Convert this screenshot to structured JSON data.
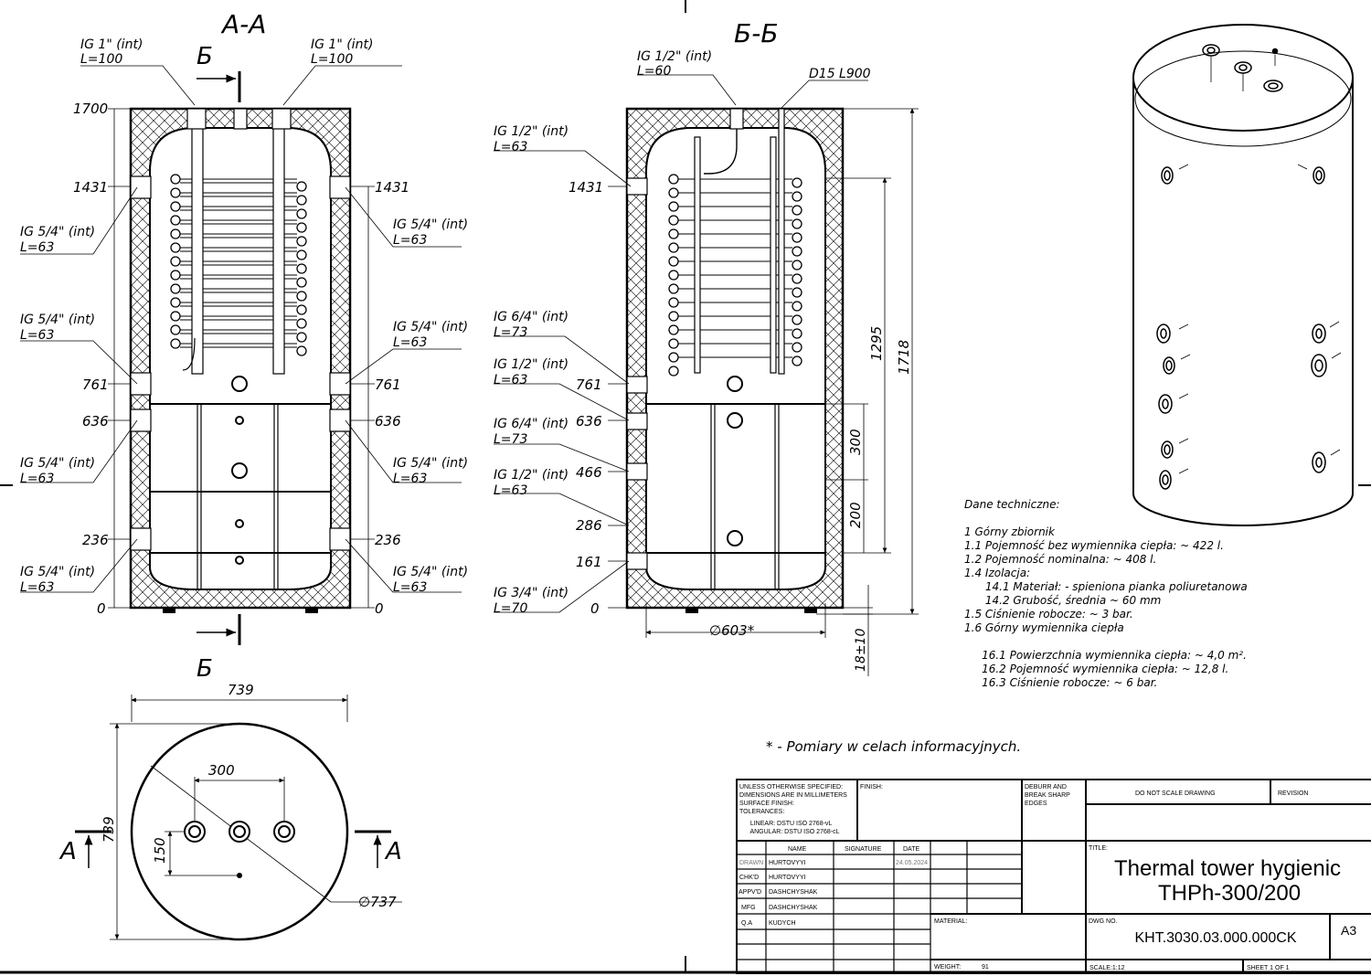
{
  "views": {
    "section_aa": "A-A",
    "section_bb": "Б-Б",
    "cut_mark": "Б",
    "plan_mark": "A"
  },
  "aa": {
    "left_labels": [
      {
        "l1": "IG 1\" (int)",
        "l2": "L=100"
      },
      {
        "l1": "IG 5/4\" (int)",
        "l2": "L=63"
      },
      {
        "l1": "IG 5/4\" (int)",
        "l2": "L=63"
      },
      {
        "l1": "IG 5/4\" (int)",
        "l2": "L=63"
      },
      {
        "l1": "IG 5/4\" (int)",
        "l2": "L=63"
      }
    ],
    "right_labels": [
      {
        "l1": "IG 1\" (int)",
        "l2": "L=100"
      },
      {
        "l1": "IG 5/4\" (int)",
        "l2": "L=63"
      },
      {
        "l1": "IG 5/4\" (int)",
        "l2": "L=63"
      },
      {
        "l1": "IG 5/4\" (int)",
        "l2": "L=63"
      },
      {
        "l1": "IG 5/4\" (int)",
        "l2": "L=63"
      }
    ],
    "left_heights": [
      "1700",
      "1431",
      "761",
      "636",
      "236",
      "0"
    ],
    "right_heights": [
      "1431",
      "761",
      "636",
      "236",
      "0"
    ]
  },
  "bb": {
    "labels": [
      {
        "l1": "IG 1/2\" (int)",
        "l2": "L=60"
      },
      {
        "l1": "IG 1/2\" (int)",
        "l2": "L=63"
      },
      {
        "l1": "IG 6/4\" (int)",
        "l2": "L=73"
      },
      {
        "l1": "IG 1/2\" (int)",
        "l2": "L=63"
      },
      {
        "l1": "IG 6/4\" (int)",
        "l2": "L=73"
      },
      {
        "l1": "IG 1/2\" (int)",
        "l2": "L=63"
      },
      {
        "l1": "IG 3/4\" (int)",
        "l2": "L=70"
      }
    ],
    "pipe_label": "D15 L900",
    "heights": [
      "1431",
      "761",
      "636",
      "466",
      "286",
      "161",
      "0"
    ],
    "dims": {
      "d1295": "1295",
      "d1718": "1718",
      "d300": "300",
      "d200": "200",
      "diameter": "∅603*",
      "feet": "18±10"
    }
  },
  "plan": {
    "width": "739",
    "height": "739",
    "spacing": "300",
    "offset": "150",
    "diameter": "∅737"
  },
  "notes": [
    "Dane techniczne:",
    "",
    "1       Górny zbiornik",
    "1.1 Pojemność  bez wymiennika ciepła: ~ 422 l.",
    "1.2 Pojemność nominalna: ~ 408 l.",
    "1.4  Izolacja:",
    "      14.1 Materiał: - spieniona pianka poliuretanowa",
    "      14.2 Grubość, średnia ~ 60 mm",
    "1.5 Ciśnienie robocze: ~ 3 bar.",
    "1.6 Górny wymiennika ciepła",
    "",
    "     16.1 Powierzchnia wymiennika ciepła: ~ 4,0 m².",
    "     16.2 Pojemność wymiennika ciepła: ~ 12,8 l.",
    "     16.3 Ciśnienie robocze: ~ 6 bar."
  ],
  "footnote": "* - Pomiary w celach informacyjnych.",
  "title_block": {
    "unless": [
      "UNLESS OTHERWISE SPECIFIED:",
      "DIMENSIONS ARE IN MILLIMETERS",
      "SURFACE FINISH:",
      "TOLERANCES:",
      "   LINEAR: DSTU ISO 2768-vL",
      "   ANGULAR: DSTU ISO 2768-cL"
    ],
    "finish": "FINISH:",
    "deburr": [
      "DEBURR AND",
      "BREAK SHARP",
      "EDGES"
    ],
    "do_not_scale": "DO NOT SCALE DRAWING",
    "revision": "REVISION",
    "name": "NAME",
    "signature": "SIGNATURE",
    "date": "DATE",
    "rows": [
      {
        "role": "DRAWN",
        "name": "HURTOVYYI",
        "date": "24.05.2024"
      },
      {
        "role": "CHK'D",
        "name": "HURTOVYYI",
        "date": ""
      },
      {
        "role": "APPV'D",
        "name": "DASHCHYSHAK",
        "date": ""
      },
      {
        "role": "MFG",
        "name": "DASHCHYSHAK",
        "date": ""
      },
      {
        "role": "Q.A",
        "name": "KUDYCH",
        "date": ""
      }
    ],
    "title_label": "TITLE:",
    "title_line1": "Thermal tower hygienic",
    "title_line2": "THPh-300/200",
    "material": "MATERIAL:",
    "dwg_label": "DWG NO.",
    "dwg_no": "KHT.3030.03.000.000CK",
    "size": "A3",
    "weight_label": "WEIGHT:",
    "weight": "91",
    "scale": "SCALE:1:12",
    "sheet": "SHEET 1 OF 1"
  }
}
